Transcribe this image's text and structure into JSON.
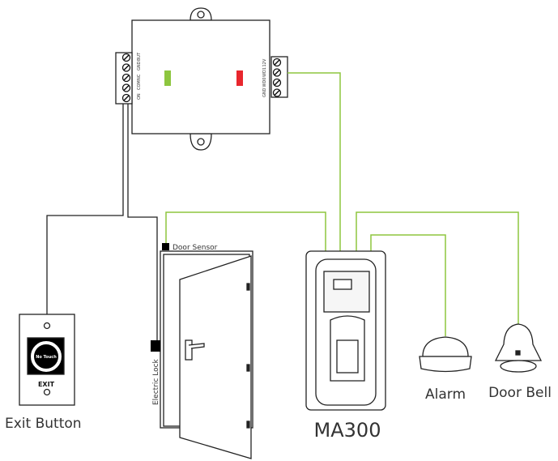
{
  "controller": {
    "left_terminals": [
      "ON",
      "COM",
      "NC",
      "GND",
      "BUT"
    ],
    "right_terminals": [
      "GND",
      "WD0",
      "WD1",
      "12V"
    ],
    "led_colors": {
      "green": "#8dc63f",
      "red": "#e8262d"
    }
  },
  "wire_color": "#8dc63f",
  "labels": {
    "door_sensor": "Door Sensor",
    "electric_lock": "Electric Lock",
    "exit_button": "Exit Button",
    "no_touch": "No Touch",
    "exit": "EXIT",
    "device": "MA300",
    "alarm": "Alarm",
    "door_bell": "Door Bell"
  }
}
